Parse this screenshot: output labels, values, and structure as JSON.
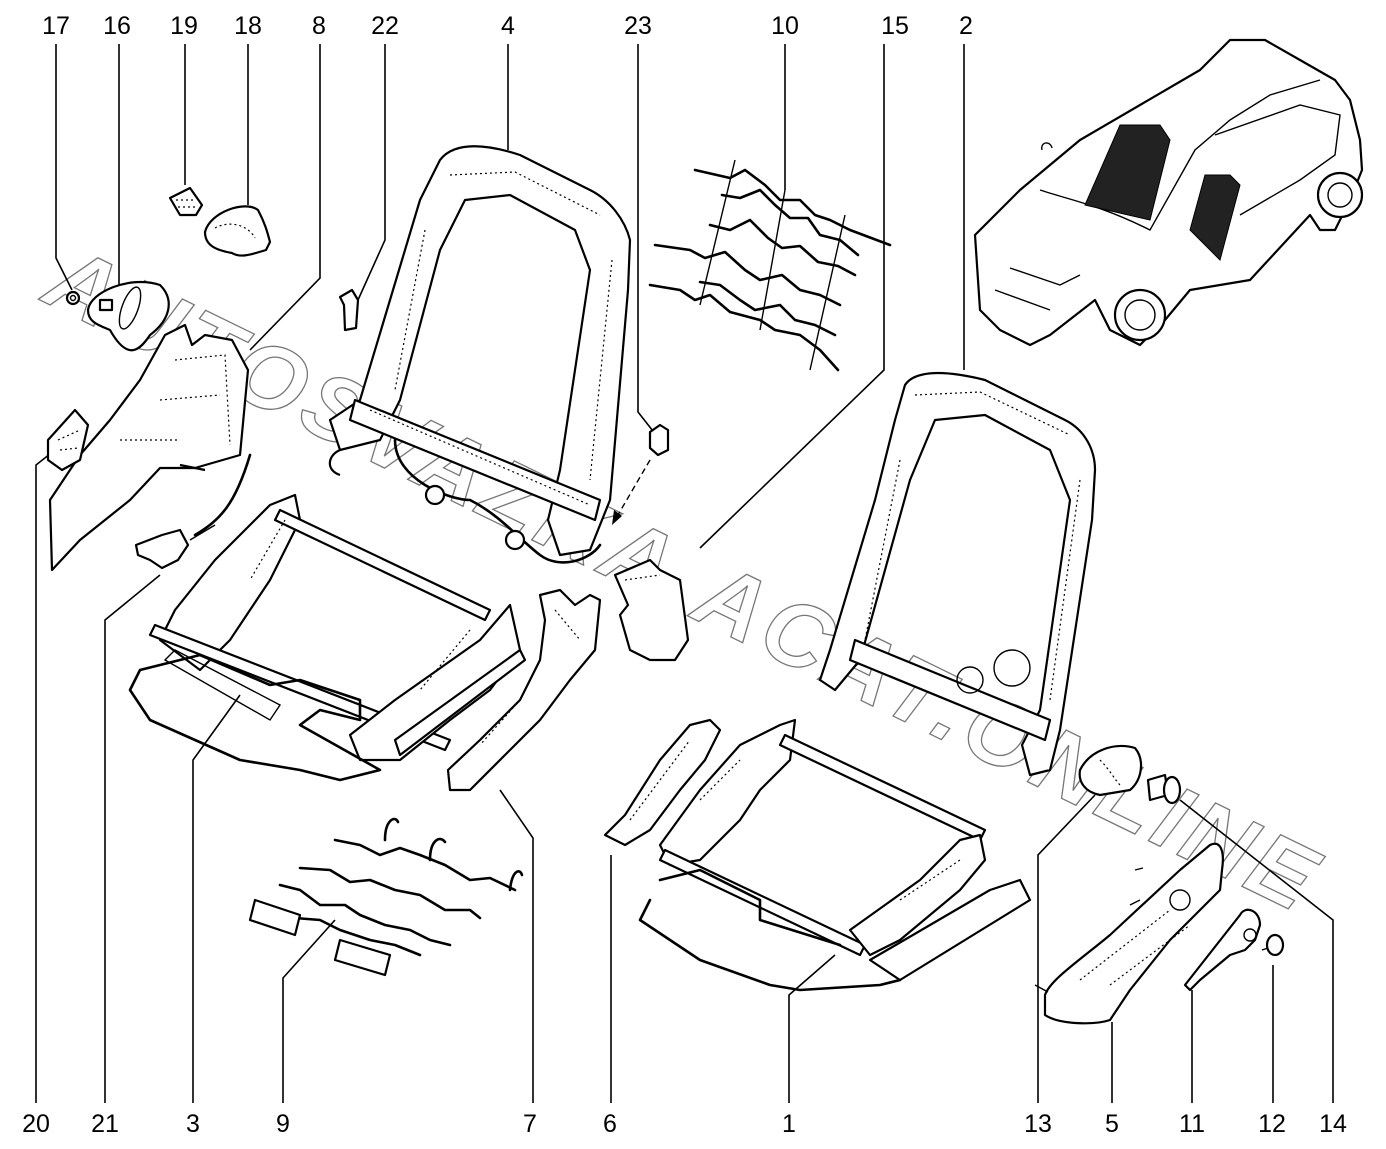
{
  "diagram": {
    "type": "exploded-parts-diagram",
    "subject": "Front seat frames",
    "watermark": "AUTOSVAZKA.ACAT.ONLINE",
    "top_labels": [
      "17",
      "16",
      "19",
      "18",
      "8",
      "22",
      "4",
      "23",
      "10",
      "15",
      "2"
    ],
    "bottom_labels": [
      "20",
      "21",
      "3",
      "9",
      "7",
      "6",
      "1",
      "13",
      "5",
      "11",
      "12",
      "14"
    ],
    "parts": [
      {
        "id": "1",
        "name": "right-seat-cushion-frame"
      },
      {
        "id": "2",
        "name": "right-seat-back-frame"
      },
      {
        "id": "3",
        "name": "left-seat-cushion-frame"
      },
      {
        "id": "4",
        "name": "left-seat-back-frame"
      },
      {
        "id": "5",
        "name": "right-side-trim-cover"
      },
      {
        "id": "6",
        "name": "right-inner-rail-cover"
      },
      {
        "id": "7",
        "name": "left-inner-trim-cover"
      },
      {
        "id": "8",
        "name": "left-outer-side-trim"
      },
      {
        "id": "9",
        "name": "cushion-spring-mat"
      },
      {
        "id": "10",
        "name": "back-spring-mat"
      },
      {
        "id": "11",
        "name": "recliner-handle"
      },
      {
        "id": "12",
        "name": "handle-clip"
      },
      {
        "id": "13",
        "name": "recliner-knob-cover"
      },
      {
        "id": "14",
        "name": "push-clip"
      },
      {
        "id": "15",
        "name": "recliner-cap"
      },
      {
        "id": "16",
        "name": "height-adjust-handle"
      },
      {
        "id": "17",
        "name": "small-clip"
      },
      {
        "id": "18",
        "name": "knob"
      },
      {
        "id": "19",
        "name": "push-fastener"
      },
      {
        "id": "20",
        "name": "front-trim-piece"
      },
      {
        "id": "21",
        "name": "lever-mechanism"
      },
      {
        "id": "22",
        "name": "hook-bracket-left"
      },
      {
        "id": "23",
        "name": "hook-bracket-right"
      }
    ],
    "inset": "vehicle-location-view"
  }
}
